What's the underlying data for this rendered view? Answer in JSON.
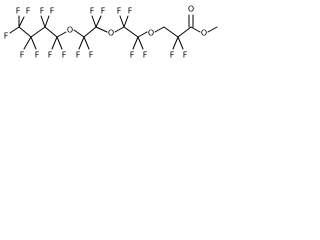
{
  "molecule": {
    "atoms": [
      {
        "id": "F1",
        "label": "F"
      },
      {
        "id": "F2",
        "label": "F"
      },
      {
        "id": "F3",
        "label": "F"
      },
      {
        "id": "F4",
        "label": "F"
      },
      {
        "id": "F5",
        "label": "F"
      },
      {
        "id": "F6",
        "label": "F"
      },
      {
        "id": "F7",
        "label": "F"
      },
      {
        "id": "F8",
        "label": "F"
      },
      {
        "id": "F9",
        "label": "F"
      },
      {
        "id": "O1",
        "label": "O"
      },
      {
        "id": "F10",
        "label": "F"
      },
      {
        "id": "F11",
        "label": "F"
      },
      {
        "id": "F12",
        "label": "F"
      },
      {
        "id": "F13",
        "label": "F"
      },
      {
        "id": "O2",
        "label": "O"
      },
      {
        "id": "F14",
        "label": "F"
      },
      {
        "id": "F15",
        "label": "F"
      },
      {
        "id": "F16",
        "label": "F"
      },
      {
        "id": "F17",
        "label": "F"
      },
      {
        "id": "O3",
        "label": "O"
      },
      {
        "id": "F18",
        "label": "F"
      },
      {
        "id": "F19",
        "label": "F"
      },
      {
        "id": "O4",
        "label": "O"
      },
      {
        "id": "O5",
        "label": "O"
      }
    ]
  },
  "colors": {
    "bond": "#000000",
    "label": "#000000",
    "background": "#ffffff"
  }
}
